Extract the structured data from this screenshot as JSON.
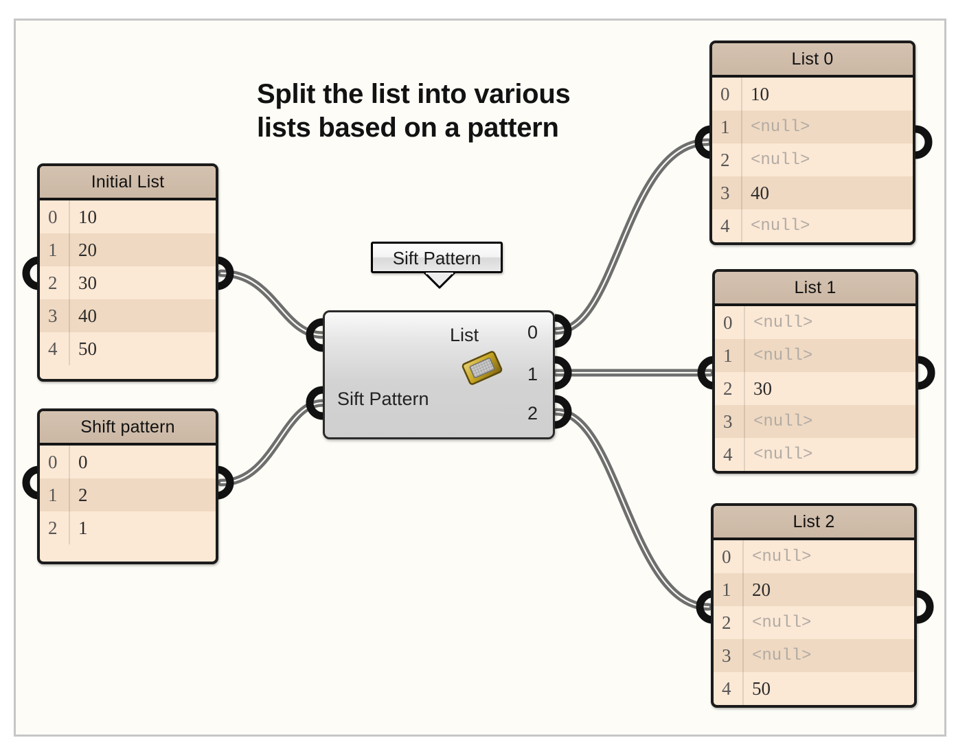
{
  "canvas": {
    "title_line1": "Split the list into various",
    "title_line2": "lists based on a pattern",
    "background_color": "#FDFCF7",
    "border_color": "#C6C6C6",
    "wire_color": "#6E6E6E"
  },
  "tooltip": {
    "label": "Sift Pattern"
  },
  "sift_node": {
    "name": "Sift Pattern",
    "icon": "sieve-icon",
    "inputs": [
      {
        "label": "List"
      },
      {
        "label": "Sift Pattern"
      }
    ],
    "outputs": [
      {
        "label": "0"
      },
      {
        "label": "1"
      },
      {
        "label": "2"
      }
    ]
  },
  "nodes": [
    {
      "id": "initial-list",
      "title": "Initial List",
      "rows": [
        {
          "index": "0",
          "value": "10",
          "null": false
        },
        {
          "index": "1",
          "value": "20",
          "null": false
        },
        {
          "index": "2",
          "value": "30",
          "null": false
        },
        {
          "index": "3",
          "value": "40",
          "null": false
        },
        {
          "index": "4",
          "value": "50",
          "null": false
        }
      ]
    },
    {
      "id": "shift-pattern",
      "title": "Shift pattern",
      "rows": [
        {
          "index": "0",
          "value": "0",
          "null": false
        },
        {
          "index": "1",
          "value": "2",
          "null": false
        },
        {
          "index": "2",
          "value": "1",
          "null": false
        }
      ]
    },
    {
      "id": "list-0",
      "title": "List 0",
      "rows": [
        {
          "index": "0",
          "value": "10",
          "null": false
        },
        {
          "index": "1",
          "value": "<null>",
          "null": true
        },
        {
          "index": "2",
          "value": "<null>",
          "null": true
        },
        {
          "index": "3",
          "value": "40",
          "null": false
        },
        {
          "index": "4",
          "value": "<null>",
          "null": true
        }
      ]
    },
    {
      "id": "list-1",
      "title": "List 1",
      "rows": [
        {
          "index": "0",
          "value": "<null>",
          "null": true
        },
        {
          "index": "1",
          "value": "<null>",
          "null": true
        },
        {
          "index": "2",
          "value": "30",
          "null": false
        },
        {
          "index": "3",
          "value": "<null>",
          "null": true
        },
        {
          "index": "4",
          "value": "<null>",
          "null": true
        }
      ]
    },
    {
      "id": "list-2",
      "title": "List 2",
      "rows": [
        {
          "index": "0",
          "value": "<null>",
          "null": true
        },
        {
          "index": "1",
          "value": "20",
          "null": false
        },
        {
          "index": "2",
          "value": "<null>",
          "null": true
        },
        {
          "index": "3",
          "value": "<null>",
          "null": true
        },
        {
          "index": "4",
          "value": "50",
          "null": false
        }
      ]
    }
  ]
}
